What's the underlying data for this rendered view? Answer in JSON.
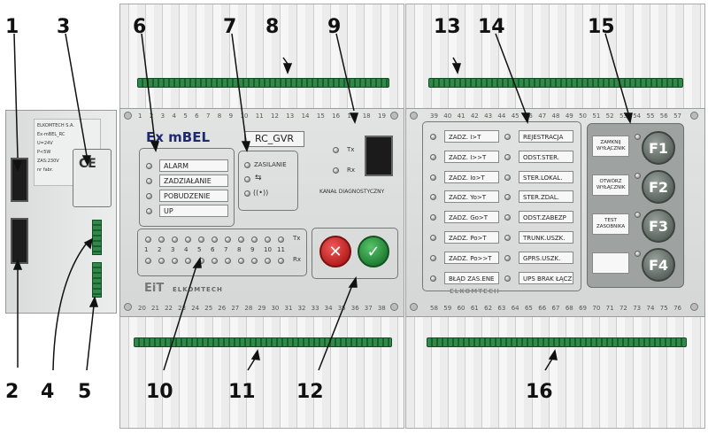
{
  "callouts": [
    "1",
    "2",
    "3",
    "4",
    "5",
    "6",
    "7",
    "8",
    "9",
    "10",
    "11",
    "12",
    "13",
    "14",
    "15",
    "16"
  ],
  "device": {
    "brand": "Ex mBEL",
    "model": "RC_GVR",
    "maker": "ELKOMTECH",
    "terminal_numbers": {
      "top_left": [
        "1",
        "2",
        "3",
        "4",
        "5",
        "6",
        "7",
        "8",
        "9",
        "10",
        "11",
        "12",
        "13",
        "14",
        "15",
        "16",
        "17",
        "18",
        "19"
      ],
      "top_right": [
        "39",
        "40",
        "41",
        "42",
        "43",
        "44",
        "45",
        "46",
        "47",
        "48",
        "49",
        "50",
        "51",
        "52",
        "53",
        "54",
        "55",
        "56",
        "57"
      ],
      "bottom_left": [
        "20",
        "21",
        "22",
        "23",
        "24",
        "25",
        "26",
        "27",
        "28",
        "29",
        "30",
        "31",
        "32",
        "33",
        "34",
        "35",
        "36",
        "37",
        "38"
      ],
      "bottom_right": [
        "58",
        "59",
        "60",
        "61",
        "62",
        "63",
        "64",
        "65",
        "66",
        "67",
        "68",
        "69",
        "70",
        "71",
        "72",
        "73",
        "74",
        "75",
        "76"
      ]
    },
    "status_leds": [
      "ALARM",
      "ZADZIAŁANIE",
      "POBUDZENIE",
      "UP"
    ],
    "power_indicators": [
      "ZASILANIE",
      "⇆",
      "((•))"
    ],
    "diag_port": {
      "tx": "Tx",
      "rx": "Rx",
      "caption": "KANAŁ DIAGNOSTYCZNY"
    },
    "io_grid": {
      "numbers": [
        "1",
        "2",
        "3",
        "4",
        "5",
        "6",
        "7",
        "8",
        "9",
        "10",
        "11"
      ],
      "tx": "Tx",
      "rx": "Rx"
    },
    "alarm_col1": [
      "ZADZ. I>T",
      "ZADZ. I>>T",
      "ZADZ. Io>T",
      "ZADZ. Yo>T",
      "ZADZ. Go>T",
      "ZADZ. Po>T",
      "ZADZ. Po>>T",
      "BŁĄD ZAS.ENE"
    ],
    "alarm_col2": [
      "REJESTRACJA",
      "ODST.STER.",
      "STER.LOKAL.",
      "STER.ZDAL.",
      "ODST.ZABEZP",
      "TRUNK.USZK.",
      "GPRS.USZK.",
      "UPS BRAK ŁĄCZ"
    ],
    "function_keys": [
      {
        "label": "ZAMKNIJ WYŁĄCZNIK",
        "key": "F1"
      },
      {
        "label": "OTWÓRZ WYŁĄCZNIK",
        "key": "F2"
      },
      {
        "label": "TEST ZASOBNIKA",
        "key": "F3"
      },
      {
        "label": "",
        "key": "F4"
      }
    ],
    "buttons": {
      "cancel": "✕",
      "ok": "✓"
    },
    "side_label_lines": [
      "ELKOMTECH S.A.",
      "Ex-mBEL_RC",
      "U=24V",
      "P<5W",
      "ZAS:230V",
      "nr fabr."
    ]
  }
}
